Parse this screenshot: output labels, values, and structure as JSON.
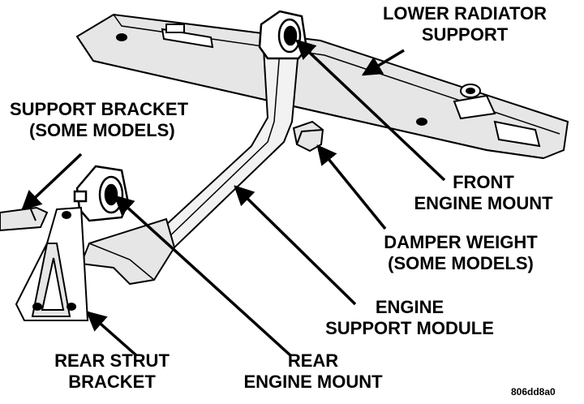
{
  "labels": {
    "lower_radiator_support": [
      "LOWER RADIATOR",
      "SUPPORT"
    ],
    "support_bracket": [
      "SUPPORT BRACKET",
      "(SOME MODELS)"
    ],
    "front_engine_mount": [
      "FRONT",
      "ENGINE MOUNT"
    ],
    "damper_weight": [
      "DAMPER WEIGHT",
      "(SOME MODELS)"
    ],
    "engine_support_module": [
      "ENGINE",
      "SUPPORT MODULE"
    ],
    "rear_strut_bracket": [
      "REAR STRUT",
      "BRACKET"
    ],
    "rear_engine_mount": [
      "REAR",
      "ENGINE MOUNT"
    ]
  },
  "figure_code": "806dd8a0",
  "colors": {
    "ink": "#000000",
    "paper": "#ffffff",
    "shade": "#d9d9d9"
  }
}
